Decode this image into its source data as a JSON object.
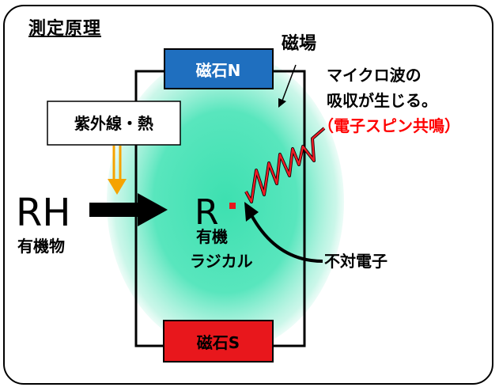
{
  "title": "測定原理",
  "magnet_top": "磁石N",
  "magnet_bottom": "磁石S",
  "uv_heat": "紫外線・熱",
  "field_label": "磁場",
  "absorption_line1": "マイクロ波の",
  "absorption_line2": "吸収が生じる。",
  "resonance": "（電子スピン共鳴）",
  "reactant_symbol": "RH",
  "reactant_label": "有機物",
  "radical_symbol": "R",
  "radical_label_line1": "有機",
  "radical_label_line2": "ラジカル",
  "unpaired_electron": "不対電子",
  "colors": {
    "magnet_n": "#1f6fbf",
    "magnet_s": "#e8171c",
    "field_glow": "#3de0b0",
    "arrow_uv": "#f5a300",
    "wave": "#ee1c25",
    "resonance_text": "#ff0000"
  }
}
